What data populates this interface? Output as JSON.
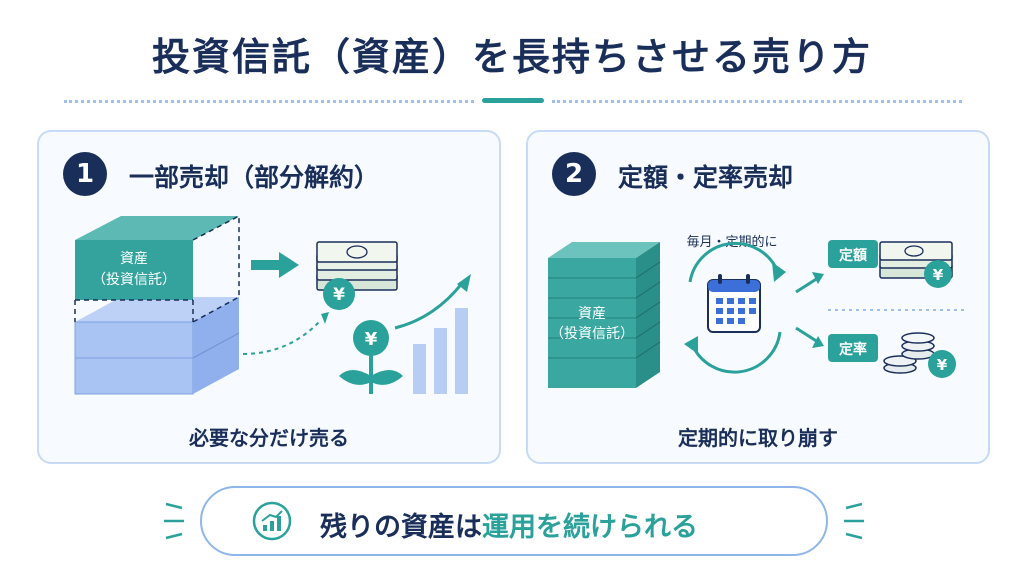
{
  "title": "投資信託（資産）を長持ちさせる売り方",
  "panel1": {
    "number": "1",
    "title": "一部売却（部分解約）",
    "asset_label_line1": "資産",
    "asset_label_line2": "（投資信託）",
    "coin_symbol": "¥",
    "caption": "必要な分だけ売る"
  },
  "panel2": {
    "number": "2",
    "title": "定額・定率売却",
    "asset_label_line1": "資産",
    "asset_label_line2": "（投資信託）",
    "cycle_label": "毎月・定期的に",
    "tag_fixed_amount": "定額",
    "tag_fixed_rate": "定率",
    "coin_symbol": "¥",
    "caption": "定期的に取り崩す"
  },
  "bottom": {
    "text_part1": "残りの資産は",
    "text_part2": "運用を続けられる"
  },
  "colors": {
    "navy": "#1a2e5a",
    "teal": "#2aa19a",
    "light_blue": "#9fbdf0",
    "panel_border": "#c7dbf4"
  }
}
